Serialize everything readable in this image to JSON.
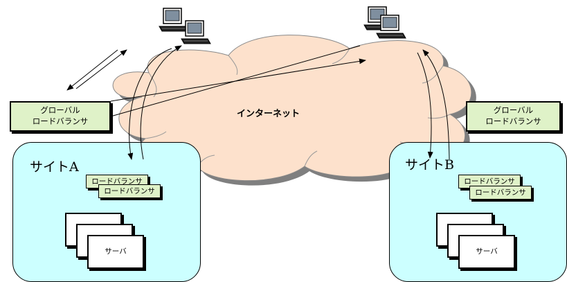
{
  "diagram": {
    "internet_label": "インターネット",
    "global_lb_label": "グローバル\nロードバランサ",
    "local_lb_label": "ロードバランサ",
    "server_label": "サーバ",
    "sites": [
      {
        "title": "サイトA"
      },
      {
        "title": "サイトB"
      }
    ],
    "colors": {
      "cloud_fill": "#fde1cc",
      "cloud_shadow": "#7f7f7f",
      "site_fill": "#ccffff",
      "lb_fill": "#dff2c8"
    },
    "icons": [
      "computer-icon",
      "computer-icon",
      "computer-icon",
      "computer-icon"
    ]
  }
}
